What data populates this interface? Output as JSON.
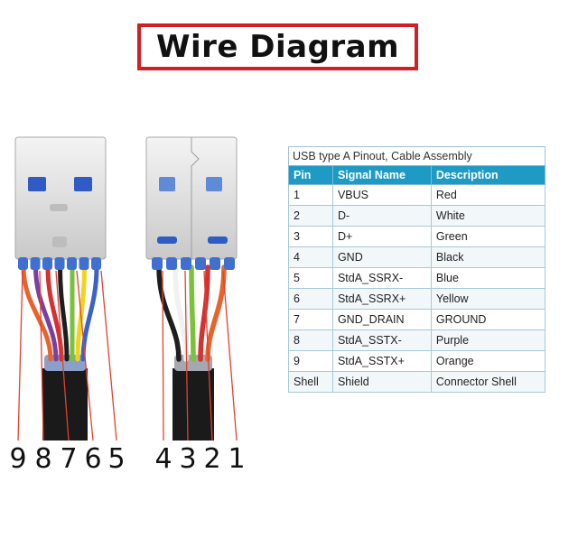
{
  "title": "Wire Diagram",
  "pin_labels": [
    "9",
    "8",
    "7",
    "6",
    "5",
    "4",
    "3",
    "2",
    "1"
  ],
  "table": {
    "caption": "USB type A Pinout, Cable Assembly",
    "headers": [
      "Pin",
      "Signal Name",
      "Description"
    ],
    "rows": [
      [
        "1",
        "VBUS",
        "Red"
      ],
      [
        "2",
        "D-",
        "White"
      ],
      [
        "3",
        "D+",
        "Green"
      ],
      [
        "4",
        "GND",
        "Black"
      ],
      [
        "5",
        "StdA_SSRX-",
        "Blue"
      ],
      [
        "6",
        "StdA_SSRX+",
        "Yellow"
      ],
      [
        "7",
        "GND_DRAIN",
        "GROUND"
      ],
      [
        "8",
        "StdA_SSTX-",
        "Purple"
      ],
      [
        "9",
        "StdA_SSTX+",
        "Orange"
      ],
      [
        "Shell",
        "Shield",
        "Connector Shell"
      ]
    ]
  },
  "colors": {
    "title_border": "#d11f26",
    "header_bg": "#1f9ac4",
    "pointer_line": "#e0412f",
    "cable_jacket": "#1a1a1a",
    "pin_contact": "#3f6fd0"
  },
  "wire_colors": {
    "left": [
      "#e8632b",
      "#7b3fa0",
      "#d43131",
      "#1e1e1e",
      "#7ac23c",
      "#f2d31b",
      "#3a62c9"
    ],
    "right": [
      "#1e1e1e",
      "#f1f1f1",
      "#7ac23c",
      "#d43131",
      "#e8632b"
    ]
  }
}
